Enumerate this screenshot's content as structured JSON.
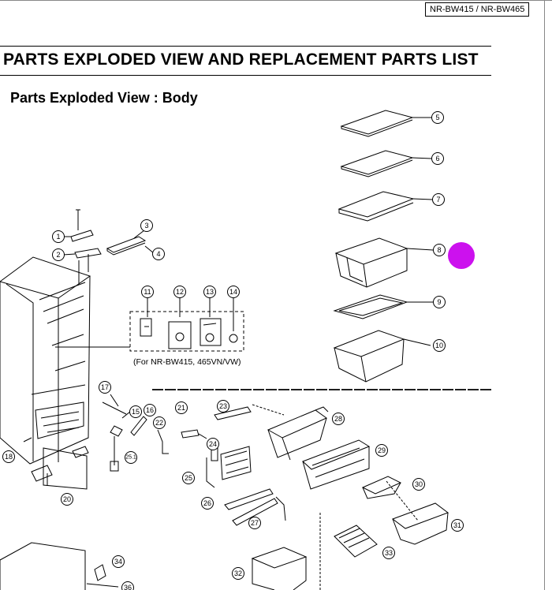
{
  "header": {
    "model": "NR-BW415 / NR-BW465",
    "title": "PARTS EXPLODED VIEW AND REPLACEMENT PARTS LIST",
    "subtitle": "Parts Exploded View : Body"
  },
  "diagram": {
    "note": "(For NR-BW415, 465VN/VW)",
    "callouts": [
      "1",
      "2",
      "3",
      "4",
      "5",
      "6",
      "7",
      "8",
      "9",
      "10",
      "11",
      "12",
      "13",
      "14",
      "15",
      "16",
      "17",
      "18",
      "20",
      "21",
      "22",
      "23",
      "24",
      "25",
      "25.1",
      "26",
      "27",
      "28",
      "29",
      "30",
      "31",
      "32",
      "33",
      "34",
      "36"
    ]
  },
  "colors": {
    "marker": "#cc11ee",
    "line": "#000000"
  }
}
